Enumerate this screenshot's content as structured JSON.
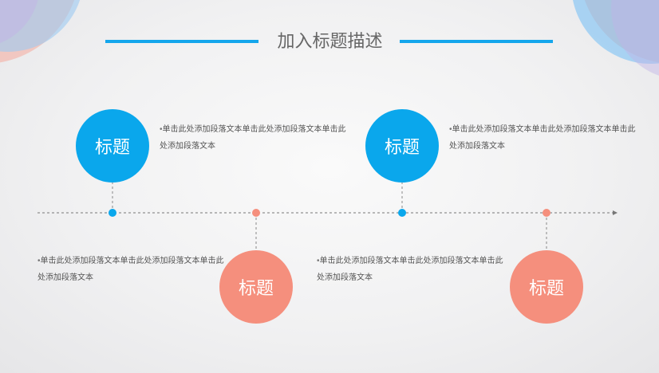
{
  "slide": {
    "title": "加入标题描述",
    "colors": {
      "accent_blue": "#0aa7ec",
      "accent_salmon": "#f58f7d",
      "line": "#14a6ec"
    }
  },
  "milestones": [
    {
      "label": "标题",
      "bullet": "•",
      "text": "单击此处添加段落文本单击此处添加段落文本单击此处添加段落文本"
    },
    {
      "label": "标题",
      "bullet": "•",
      "text": "单击此处添加段落文本单击此处添加段落文本单击此处添加段落文本"
    },
    {
      "label": "标题",
      "bullet": "•",
      "text": "单击此处添加段落文本单击此处添加段落文本单击此处添加段落文本"
    },
    {
      "label": "标题",
      "bullet": "•",
      "text": "单击此处添加段落文本单击此处添加段落文本单击此处添加段落文本"
    }
  ]
}
